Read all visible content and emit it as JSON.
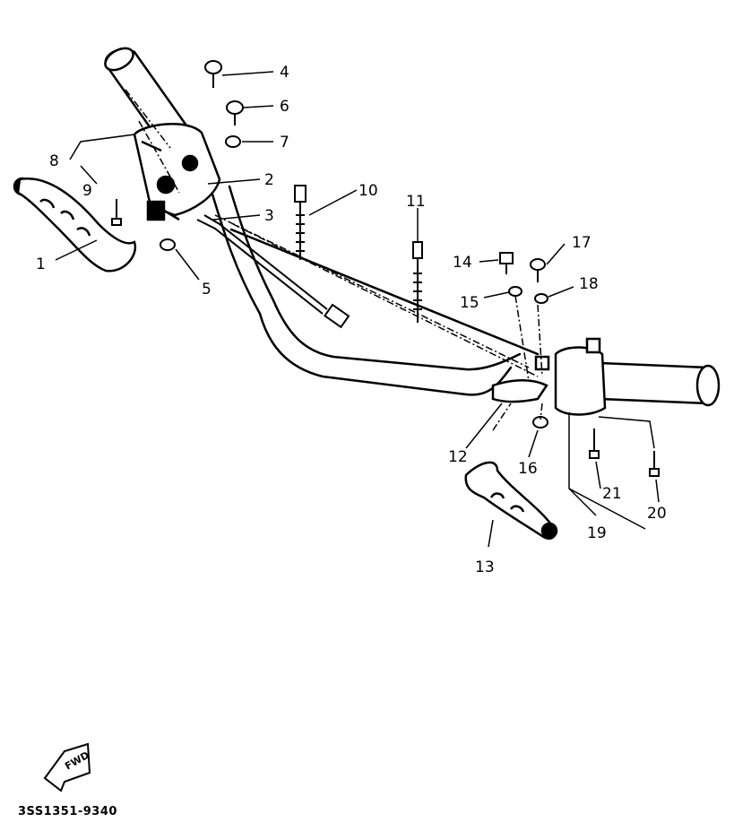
{
  "parts": [
    {
      "id": "1",
      "label": "1"
    },
    {
      "id": "2",
      "label": "2"
    },
    {
      "id": "3",
      "label": "3"
    },
    {
      "id": "4",
      "label": "4"
    },
    {
      "id": "5",
      "label": "5"
    },
    {
      "id": "6",
      "label": "6"
    },
    {
      "id": "7",
      "label": "7"
    },
    {
      "id": "8",
      "label": "8"
    },
    {
      "id": "9",
      "label": "9"
    },
    {
      "id": "10",
      "label": "10"
    },
    {
      "id": "11",
      "label": "11"
    },
    {
      "id": "12",
      "label": "12"
    },
    {
      "id": "13",
      "label": "13"
    },
    {
      "id": "14",
      "label": "14"
    },
    {
      "id": "15",
      "label": "15"
    },
    {
      "id": "16",
      "label": "16"
    },
    {
      "id": "17",
      "label": "17"
    },
    {
      "id": "18",
      "label": "18"
    },
    {
      "id": "19",
      "label": "19"
    },
    {
      "id": "20",
      "label": "20"
    },
    {
      "id": "21",
      "label": "21"
    }
  ],
  "forward_marker": {
    "text": "FWD",
    "icon": "fwd-arrow-icon"
  },
  "diagram_code": "3SS1351-9340"
}
